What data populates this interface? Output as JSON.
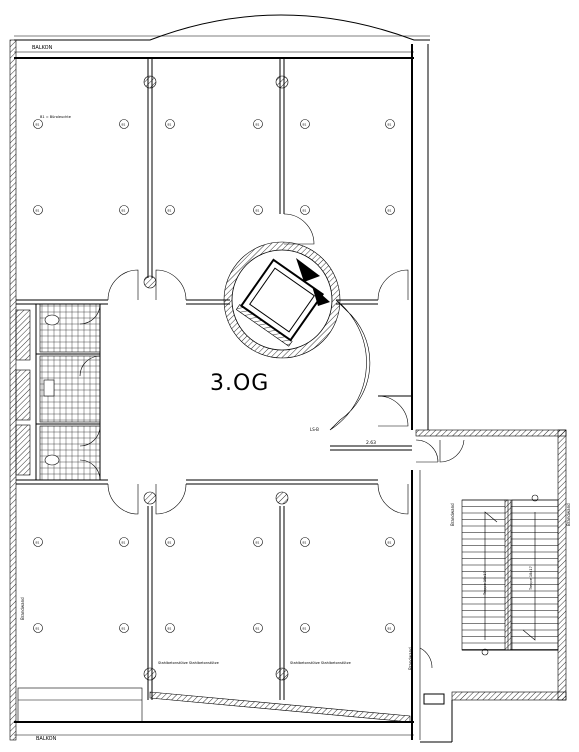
{
  "floor_label": "3.OG",
  "labels": {
    "top_left": "BALKON",
    "bottom_left": "BALKON",
    "room_note": "B1 = Büroleuchte",
    "dimension": "2.63",
    "note_small": "LS-B",
    "brandwand_left": "Brandwand",
    "brandwand_stair_left": "Brandwand",
    "brandwand_stair_right": "Brandwand",
    "brandwand_bottom": "Brandwand",
    "stair_left": "Treppe 18x17",
    "stair_right": "Treppe 18x17",
    "column_note_left": "Stahlbetonstütze Stahlbetonstütze",
    "column_note_right": "Stahlbetonstütze Stahlbetonstütze"
  },
  "lamp_label": "B1"
}
